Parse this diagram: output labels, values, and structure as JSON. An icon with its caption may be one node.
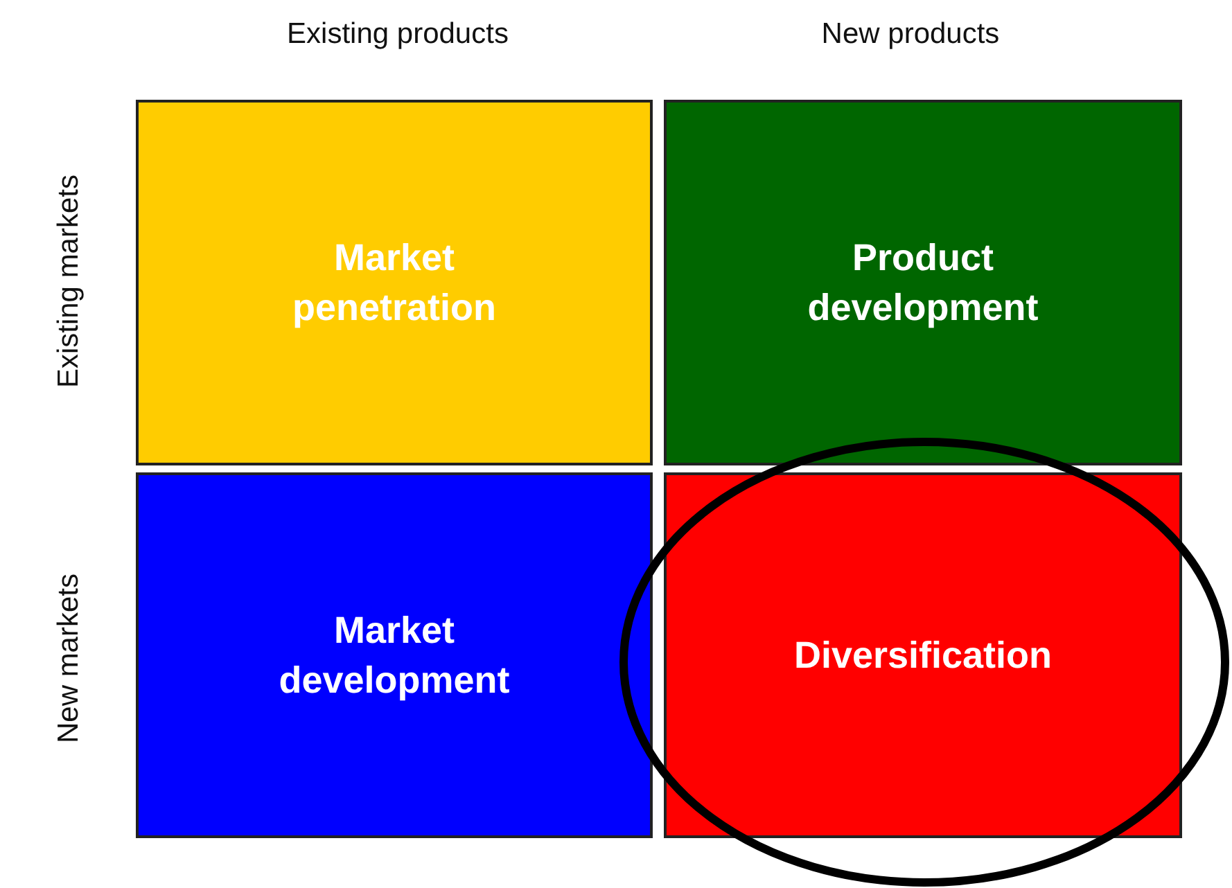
{
  "diagram": {
    "nodes": [
      {
        "text": [
          "Market penetration"
        ]
      },
      {
        "text": [
          "Product development"
        ]
      },
      {
        "text": [
          "Market development"
        ]
      },
      {
        "text": [
          "Diversification"
        ]
      }
    ],
    "labels": [
      "Existing products",
      "New products",
      "Existing markets",
      "New markets"
    ]
  }
}
